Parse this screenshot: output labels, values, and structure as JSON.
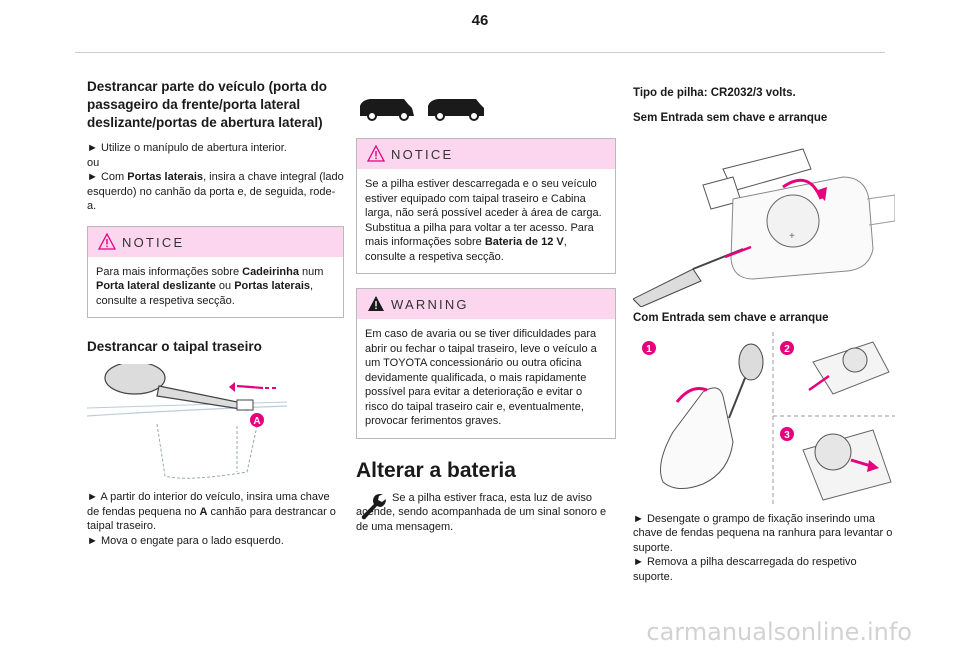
{
  "page_number": "46",
  "col1": {
    "heading": "Destrancar parte do veículo (porta do passageiro da frente/porta lateral deslizante/portas de abertura lateral)",
    "step1": "► Utilize o manípulo de abertura interior.",
    "or": "ou",
    "step2_pre": "► Com ",
    "step2_bold": "Portas laterais",
    "step2_post": ", insira a chave integral (lado esquerdo) no canhão da porta e, de seguida, rode-a.",
    "notice_title": "NOTICE",
    "notice_pre": "Para mais informações sobre ",
    "notice_b1": "Cadeirinha",
    "notice_mid1": " num ",
    "notice_b2": "Porta lateral deslizante",
    "notice_mid2": " ou ",
    "notice_b3": "Portas laterais",
    "notice_post": ", consulte a respetiva secção.",
    "heading2": "Destrancar o taipal traseiro",
    "fig_label": "A",
    "step3_pre": "► A partir do interior do veículo, insira uma chave de fendas pequena no ",
    "step3_bold": "A",
    "step3_post": " canhão para destrancar o taipal traseiro.",
    "step4": "► Mova o engate para o lado esquerdo."
  },
  "col2": {
    "notice_title": "NOTICE",
    "notice_text": "Se a pilha estiver descarregada e o seu veículo estiver equipado com taipal traseiro e Cabina larga, não será possível aceder à área de carga.",
    "notice_text2_pre": "Substitua a pilha para voltar a ter acesso. Para mais informações sobre ",
    "notice_text2_bold": "Bateria de 12 V",
    "notice_text2_post": ", consulte a respetiva secção.",
    "warning_title": "WARNING",
    "warning_text": "Em caso de avaria ou se tiver dificuldades para abrir ou fechar o taipal traseiro, leve o veículo a um TOYOTA concessionário ou outra oficina devidamente qualificada, o mais rapidamente possível para evitar a deterioração e evitar o risco do taipal traseiro cair e, eventualmente, provocar ferimentos graves.",
    "heading": "Alterar a bateria",
    "intro": "Se a pilha estiver fraca, esta luz de aviso acende, sendo acompanhada de um sinal sonoro e de uma mensagem."
  },
  "col3": {
    "battery_type": "Tipo de pilha: CR2032/3 volts.",
    "sub1": "Sem Entrada sem chave e arranque",
    "sub2": "Com Entrada sem chave e arranque",
    "steps": [
      "1",
      "2",
      "3"
    ],
    "step1": "► Desengate o grampo de fixação inserindo uma chave de fendas pequena na ranhura para levantar o suporte.",
    "step2": "► Remova a pilha descarregada do respetivo suporte."
  },
  "footer": "carmanualsonline.info",
  "colors": {
    "accent": "#e5007e",
    "notice_bg": "#fbd6ee",
    "warning_icon": "#1a1a1a"
  }
}
